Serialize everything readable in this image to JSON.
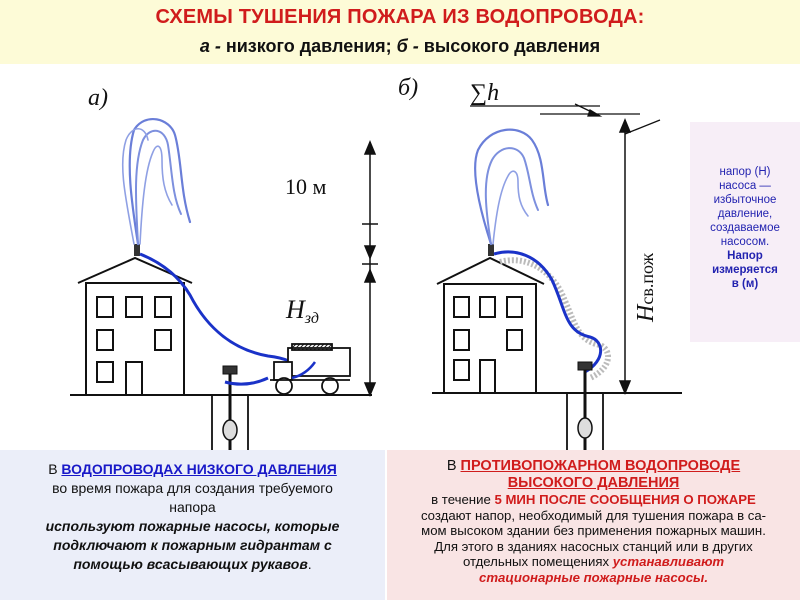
{
  "header": {
    "title": "СХЕМЫ ТУШЕНИЯ ПОЖАРА ИЗ ВОДОПРОВОДА:",
    "subtitle_a": "а -",
    "subtitle_a_text": " низкого давления",
    "subtitle_sep": "; ",
    "subtitle_b": "б -",
    "subtitle_b_text": " высокого давления"
  },
  "diagram": {
    "label_a": "а)",
    "label_b": "б)",
    "height_10m": "10 м",
    "h_building_main": "H",
    "h_building_sub": "зд",
    "sum_h": "∑h",
    "h_fire_main": "H",
    "h_fire_sub": "св.пож"
  },
  "side_note": {
    "line1": "напор (Н)",
    "line2": "насоса —",
    "line3": "избыточное",
    "line4": "давление,",
    "line5": "создаваемое",
    "line6": "насосом.",
    "line7": "Напор",
    "line8": "измеряется",
    "line9": "в (м)"
  },
  "panel_left": {
    "prefix": "В ",
    "highlight": "ВОДОПРОВОДАХ НИЗКОГО ДАВЛЕНИЯ",
    "line2": "во время пожара для создания требуемого",
    "line3": "напора",
    "line4": "используют пожарные насосы, которые",
    "line5": "подключают к пожарным гидрантам с",
    "line6": "помощью всасывающих рукавов",
    "period": "."
  },
  "panel_right": {
    "prefix": "В ",
    "highlight_1": "ПРОТИВОПОЖАРНОМ ВОДОПРОВОДЕ",
    "highlight_2": "ВЫСОКОГО ДАВЛЕНИЯ",
    "line3_pre": "в течение ",
    "line3_red": "5 МИН ПОСЛЕ СООБЩЕНИЯ О ПОЖАРЕ",
    "line4": "создают напор, необходимый для тушения пожара в са-",
    "line5": "мом высоком здании без применения пожарных машин.",
    "line6": "Для этого в зданиях насосных станций или в других",
    "line7_pre": "отдельных помещениях ",
    "line7_red": "устанавливают",
    "line8_red": "стационарные пожарные насосы."
  },
  "colors": {
    "title_red": "#d01c1c",
    "hose_blue": "#1a32c8",
    "link_blue": "#1818c8",
    "header_bg": "#fdfbd7",
    "left_bg": "#ebeef9",
    "right_bg": "#f9e4e4",
    "side_bg": "#f7eef7",
    "side_text": "#2323b0"
  }
}
